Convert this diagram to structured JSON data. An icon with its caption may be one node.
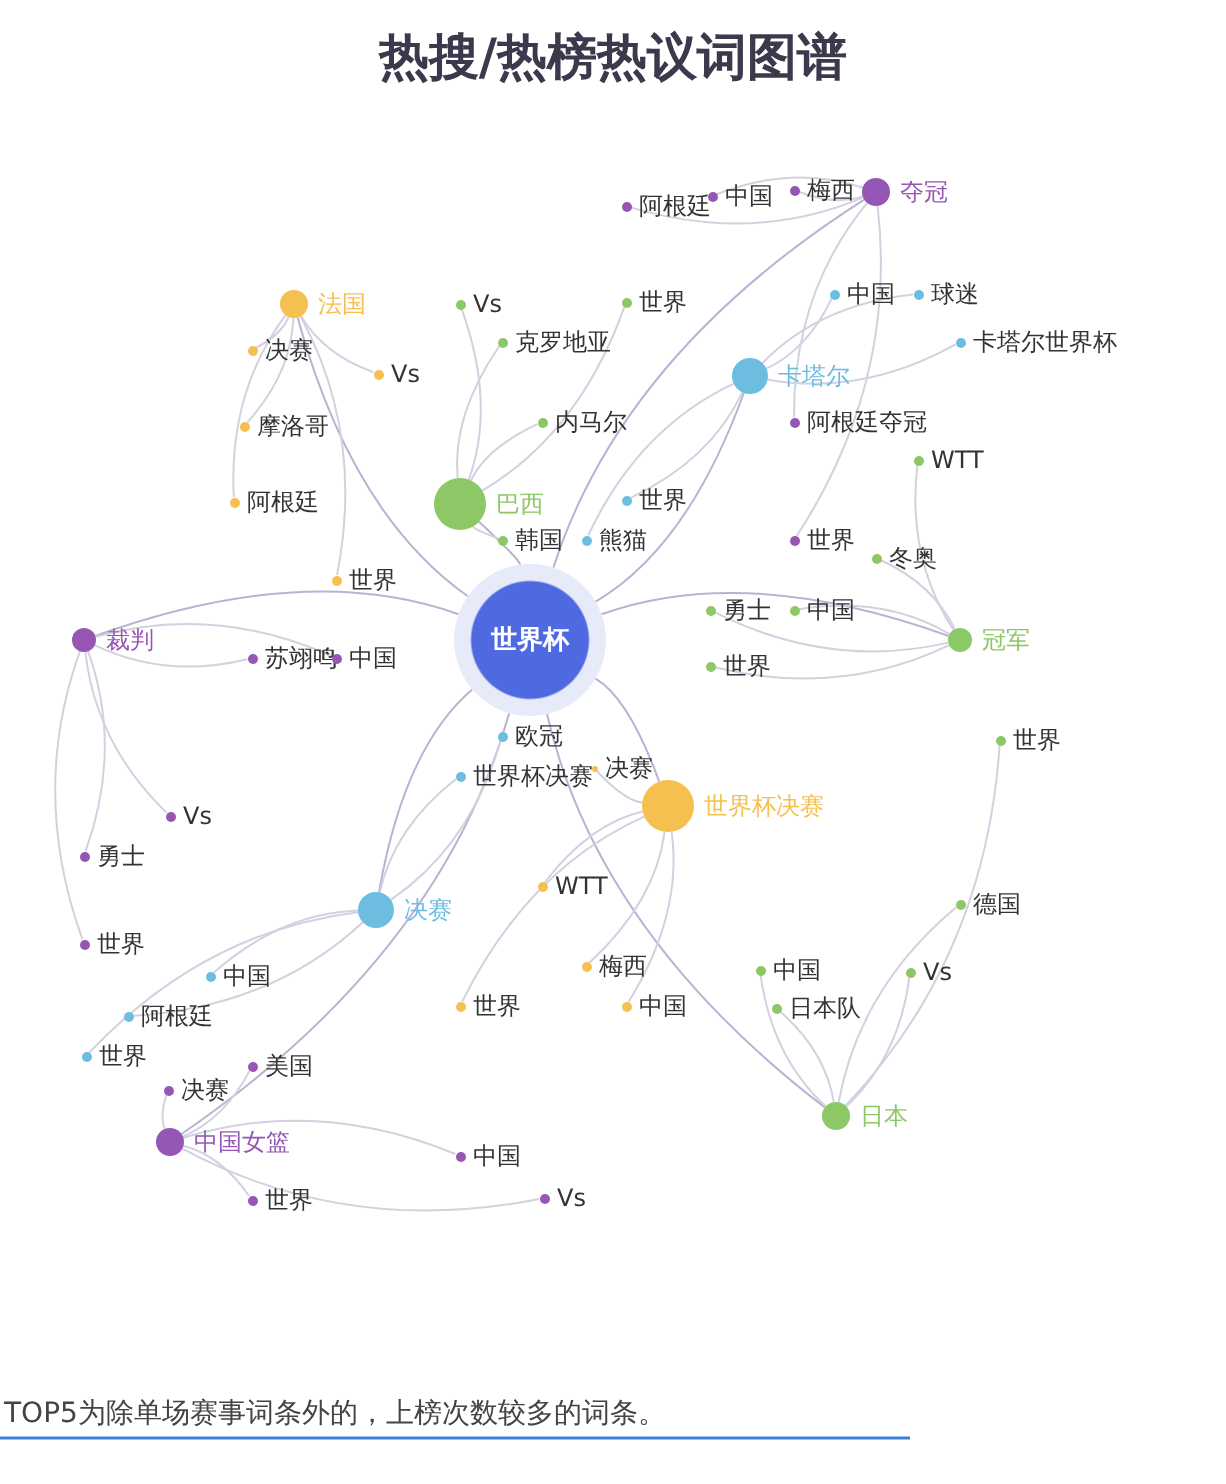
{
  "diagram": {
    "title": "热搜/热榜热议词图谱",
    "caption": "TOP5为除单场赛事词条外的，上榜次数较多的词条。",
    "nodes": [
      {
        "text": [
          "世界杯"
        ]
      },
      {
        "text": [
          "法国"
        ]
      },
      {
        "text": [
          "决赛"
        ]
      },
      {
        "text": [
          "Vs"
        ]
      },
      {
        "text": [
          "摩洛哥"
        ]
      },
      {
        "text": [
          "阿根廷"
        ]
      },
      {
        "text": [
          "世界"
        ]
      },
      {
        "text": [
          "巴西"
        ]
      },
      {
        "text": [
          "Vs"
        ]
      },
      {
        "text": [
          "克罗地亚"
        ]
      },
      {
        "text": [
          "世界"
        ]
      },
      {
        "text": [
          "内马尔"
        ]
      },
      {
        "text": [
          "韩国"
        ]
      },
      {
        "text": [
          "夺冠"
        ]
      },
      {
        "text": [
          "阿根廷"
        ]
      },
      {
        "text": [
          "中国"
        ]
      },
      {
        "text": [
          "梅西"
        ]
      },
      {
        "text": [
          "阿根廷夺冠"
        ]
      },
      {
        "text": [
          "世界"
        ]
      },
      {
        "text": [
          "卡塔尔"
        ]
      },
      {
        "text": [
          "中国"
        ]
      },
      {
        "text": [
          "球迷"
        ]
      },
      {
        "text": [
          "卡塔尔世界杯"
        ]
      },
      {
        "text": [
          "世界"
        ]
      },
      {
        "text": [
          "熊猫"
        ]
      },
      {
        "text": [
          "冠军"
        ]
      },
      {
        "text": [
          "WTT"
        ]
      },
      {
        "text": [
          "冬奥"
        ]
      },
      {
        "text": [
          "勇士"
        ]
      },
      {
        "text": [
          "中国"
        ]
      },
      {
        "text": [
          "世界"
        ]
      },
      {
        "text": [
          "裁判"
        ]
      },
      {
        "text": [
          "苏翊鸣"
        ]
      },
      {
        "text": [
          "中国"
        ]
      },
      {
        "text": [
          "Vs"
        ]
      },
      {
        "text": [
          "勇士"
        ]
      },
      {
        "text": [
          "世界"
        ]
      },
      {
        "text": [
          "世界杯决赛"
        ]
      },
      {
        "text": [
          "决赛"
        ]
      },
      {
        "text": [
          "WTT"
        ]
      },
      {
        "text": [
          "梅西"
        ]
      },
      {
        "text": [
          "世界"
        ]
      },
      {
        "text": [
          "中国"
        ]
      },
      {
        "text": [
          "决赛"
        ]
      },
      {
        "text": [
          "欧冠"
        ]
      },
      {
        "text": [
          "世界杯决赛"
        ]
      },
      {
        "text": [
          "中国"
        ]
      },
      {
        "text": [
          "阿根廷"
        ]
      },
      {
        "text": [
          "世界"
        ]
      },
      {
        "text": [
          "中国女篮"
        ]
      },
      {
        "text": [
          "决赛"
        ]
      },
      {
        "text": [
          "美国"
        ]
      },
      {
        "text": [
          "中国"
        ]
      },
      {
        "text": [
          "Vs"
        ]
      },
      {
        "text": [
          "世界"
        ]
      },
      {
        "text": [
          "日本"
        ]
      },
      {
        "text": [
          "世界"
        ]
      },
      {
        "text": [
          "德国"
        ]
      },
      {
        "text": [
          "Vs"
        ]
      },
      {
        "text": [
          "中国"
        ]
      },
      {
        "text": [
          "日本队"
        ]
      }
    ],
    "edges": [
      {
        "from": 0,
        "to": 1,
        "arrow": "none"
      },
      {
        "from": 0,
        "to": 7,
        "arrow": "none"
      },
      {
        "from": 0,
        "to": 13,
        "arrow": "none"
      },
      {
        "from": 0,
        "to": 19,
        "arrow": "none"
      },
      {
        "from": 0,
        "to": 25,
        "arrow": "none"
      },
      {
        "from": 0,
        "to": 31,
        "arrow": "none"
      },
      {
        "from": 0,
        "to": 37,
        "arrow": "none"
      },
      {
        "from": 0,
        "to": 43,
        "arrow": "none"
      },
      {
        "from": 0,
        "to": 49,
        "arrow": "none"
      },
      {
        "from": 0,
        "to": 55,
        "arrow": "none"
      },
      {
        "from": 1,
        "to": 2,
        "arrow": "none"
      },
      {
        "from": 1,
        "to": 3,
        "arrow": "none"
      },
      {
        "from": 1,
        "to": 4,
        "arrow": "none"
      },
      {
        "from": 1,
        "to": 5,
        "arrow": "none"
      },
      {
        "from": 1,
        "to": 6,
        "arrow": "none"
      },
      {
        "from": 7,
        "to": 8,
        "arrow": "none"
      },
      {
        "from": 7,
        "to": 9,
        "arrow": "none"
      },
      {
        "from": 7,
        "to": 10,
        "arrow": "none"
      },
      {
        "from": 7,
        "to": 11,
        "arrow": "none"
      },
      {
        "from": 7,
        "to": 12,
        "arrow": "none"
      },
      {
        "from": 13,
        "to": 14,
        "arrow": "none"
      },
      {
        "from": 13,
        "to": 15,
        "arrow": "none"
      },
      {
        "from": 13,
        "to": 16,
        "arrow": "none"
      },
      {
        "from": 13,
        "to": 17,
        "arrow": "none"
      },
      {
        "from": 13,
        "to": 18,
        "arrow": "none"
      },
      {
        "from": 19,
        "to": 20,
        "arrow": "none"
      },
      {
        "from": 19,
        "to": 21,
        "arrow": "none"
      },
      {
        "from": 19,
        "to": 22,
        "arrow": "none"
      },
      {
        "from": 19,
        "to": 23,
        "arrow": "none"
      },
      {
        "from": 19,
        "to": 24,
        "arrow": "none"
      },
      {
        "from": 25,
        "to": 26,
        "arrow": "none"
      },
      {
        "from": 25,
        "to": 27,
        "arrow": "none"
      },
      {
        "from": 25,
        "to": 28,
        "arrow": "none"
      },
      {
        "from": 25,
        "to": 29,
        "arrow": "none"
      },
      {
        "from": 25,
        "to": 30,
        "arrow": "none"
      },
      {
        "from": 31,
        "to": 32,
        "arrow": "none"
      },
      {
        "from": 31,
        "to": 33,
        "arrow": "none"
      },
      {
        "from": 31,
        "to": 34,
        "arrow": "none"
      },
      {
        "from": 31,
        "to": 35,
        "arrow": "none"
      },
      {
        "from": 31,
        "to": 36,
        "arrow": "none"
      },
      {
        "from": 37,
        "to": 38,
        "arrow": "none"
      },
      {
        "from": 37,
        "to": 39,
        "arrow": "none"
      },
      {
        "from": 37,
        "to": 40,
        "arrow": "none"
      },
      {
        "from": 37,
        "to": 41,
        "arrow": "none"
      },
      {
        "from": 37,
        "to": 42,
        "arrow": "none"
      },
      {
        "from": 43,
        "to": 44,
        "arrow": "none"
      },
      {
        "from": 43,
        "to": 45,
        "arrow": "none"
      },
      {
        "from": 43,
        "to": 46,
        "arrow": "none"
      },
      {
        "from": 43,
        "to": 47,
        "arrow": "none"
      },
      {
        "from": 43,
        "to": 48,
        "arrow": "none"
      },
      {
        "from": 49,
        "to": 50,
        "arrow": "none"
      },
      {
        "from": 49,
        "to": 51,
        "arrow": "none"
      },
      {
        "from": 49,
        "to": 52,
        "arrow": "none"
      },
      {
        "from": 49,
        "to": 53,
        "arrow": "none"
      },
      {
        "from": 49,
        "to": 54,
        "arrow": "none"
      },
      {
        "from": 55,
        "to": 56,
        "arrow": "none"
      },
      {
        "from": 55,
        "to": 57,
        "arrow": "none"
      },
      {
        "from": 55,
        "to": 58,
        "arrow": "none"
      },
      {
        "from": 55,
        "to": 59,
        "arrow": "none"
      },
      {
        "from": 55,
        "to": 60,
        "arrow": "none"
      }
    ]
  }
}
